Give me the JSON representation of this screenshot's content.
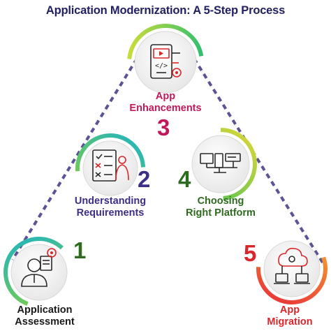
{
  "title": "Application Modernization: A 5-Step Process",
  "colors": {
    "connector": "#5a5496",
    "title": "#232062",
    "purple": "#3b2f87",
    "green": "#2e6b1f",
    "pink": "#c2185b",
    "red": "#d9262a"
  },
  "steps": [
    {
      "number": "1",
      "label_lines": [
        "Application",
        "Assessment"
      ],
      "icon": "person-gear-icon"
    },
    {
      "number": "2",
      "label_lines": [
        "Understanding",
        "Requirements"
      ],
      "icon": "checklist-person-icon"
    },
    {
      "number": "3",
      "label_lines": [
        "App",
        "Enhancements"
      ],
      "icon": "app-code-icon"
    },
    {
      "number": "4",
      "label_lines": [
        "Choosing",
        "Right Platform"
      ],
      "icon": "network-platform-icon"
    },
    {
      "number": "5",
      "label_lines": [
        "App",
        "Migration"
      ],
      "icon": "cloud-migration-icon"
    }
  ]
}
